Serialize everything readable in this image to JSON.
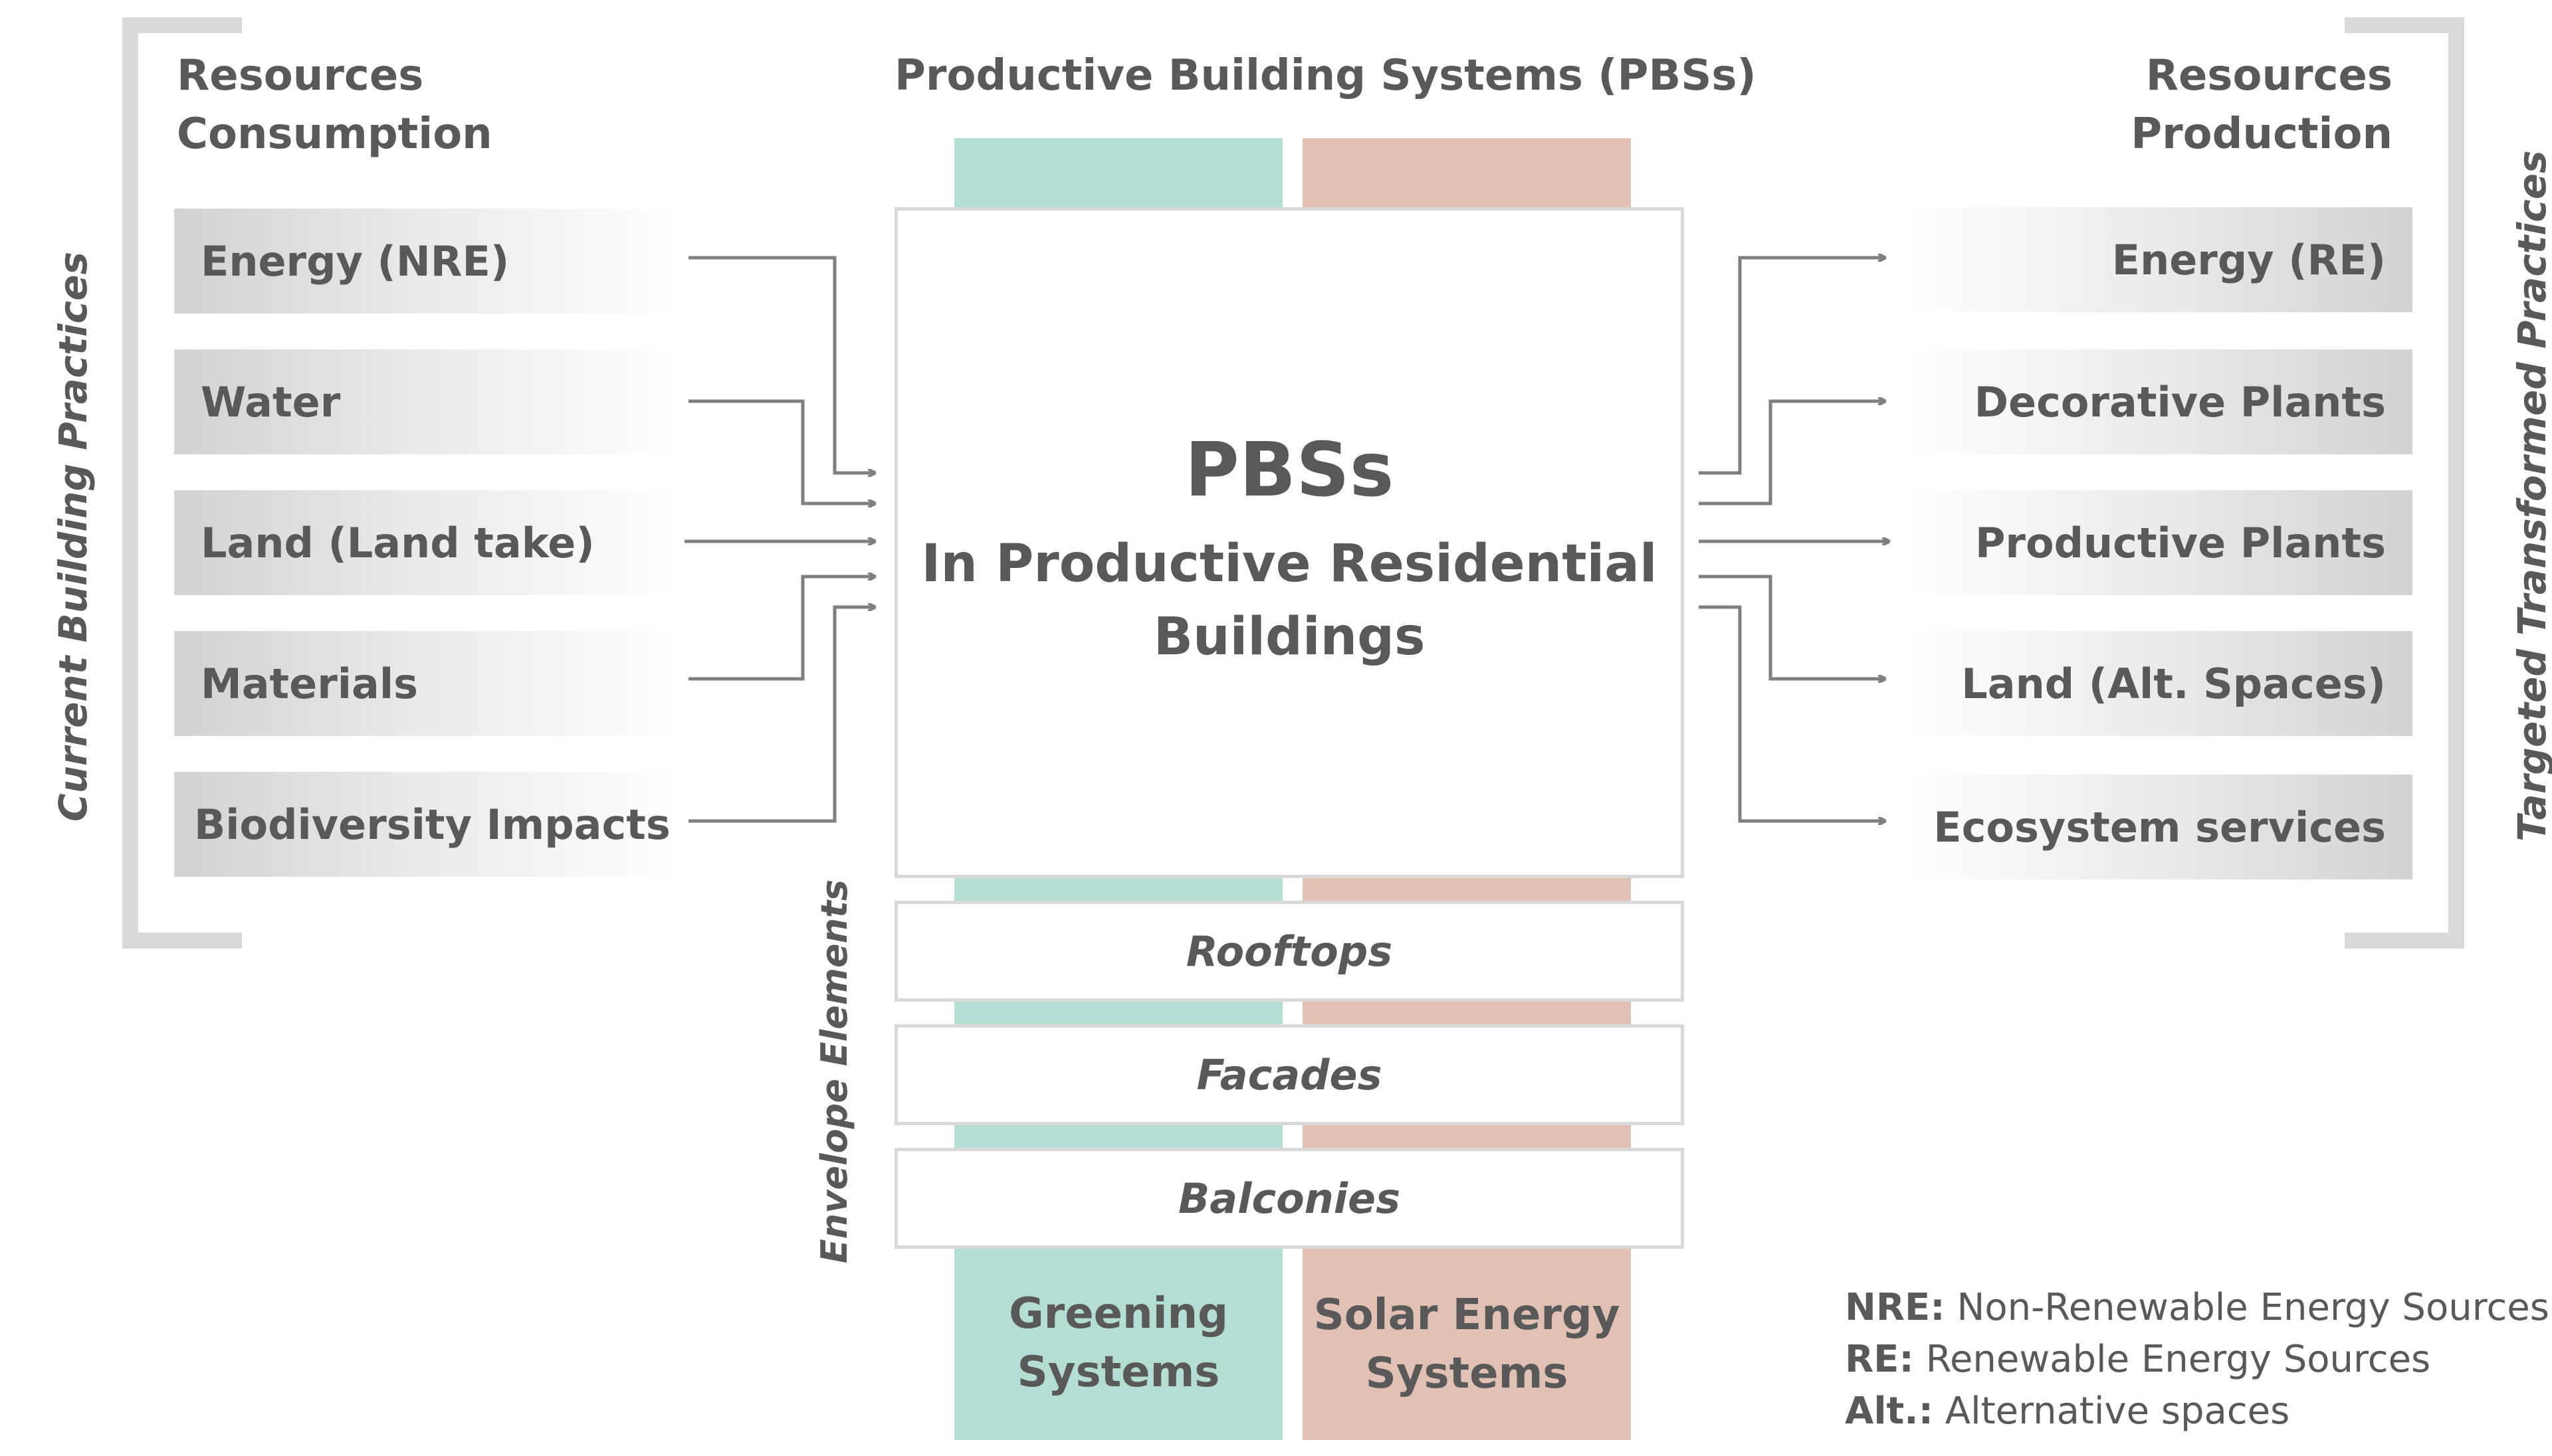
{
  "titles": {
    "left": [
      "Resources",
      "Consumption"
    ],
    "center": "Productive Building Systems (PBSs)",
    "right": [
      "Resources",
      "Production"
    ]
  },
  "side_labels": {
    "left": "Current Building Practices",
    "right": "Targeted Transformed Practices",
    "envelope": "Envelope Elements"
  },
  "consumption": [
    "Energy (NRE)",
    "Water",
    "Land (Land take)",
    "Materials",
    "Biodiversity Impacts"
  ],
  "production": [
    "Energy (RE)",
    "Decorative Plants",
    "Productive Plants",
    "Land (Alt. Spaces)",
    "Ecosystem services"
  ],
  "center_box": {
    "heading": "PBSs",
    "subtitle": [
      "In Productive Residential",
      "Buildings"
    ]
  },
  "envelope": [
    "Rooftops",
    "Facades",
    "Balconies"
  ],
  "systems": {
    "greening": [
      "Greening",
      "Systems"
    ],
    "solar": [
      "Solar Energy",
      "Systems"
    ]
  },
  "legend": [
    {
      "term": "NRE:",
      "definition": " Non-Renewable Energy Sources"
    },
    {
      "term": "RE:",
      "definition": " Renewable Energy Sources"
    },
    {
      "term": "Alt.:",
      "definition": " Alternative spaces"
    }
  ],
  "colors": {
    "greening": "#b4ddd4",
    "solar": "#e2c1b5",
    "text": "#595959",
    "arrow": "#7f7f7f",
    "bracket": "#d9d9d9"
  }
}
